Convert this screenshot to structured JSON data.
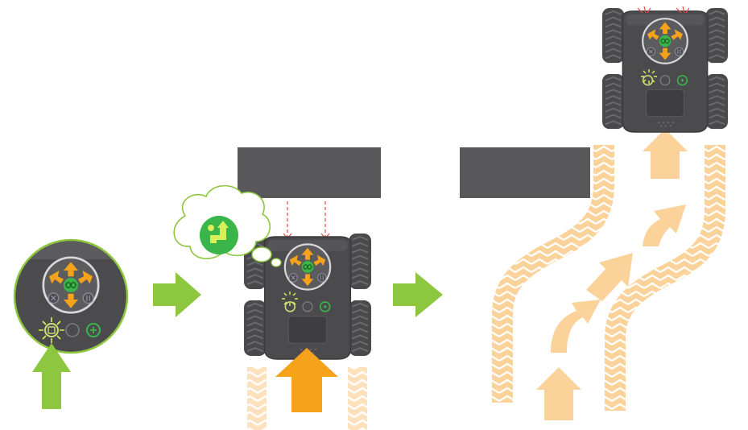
{
  "colors": {
    "green": "#8dc63f",
    "green_dark": "#39b54a",
    "orange": "#f7a21b",
    "orange_light": "#fbd29a",
    "track_light": "#fde1bd",
    "robot_body": "#4b4b4d",
    "robot_panel": "#5c5c5e",
    "tire": "#4a4a4c",
    "obstacle": "#58585a",
    "sensor_red": "#e8483f",
    "thought_border": "#8dc63f",
    "thought_fill": "#ffffff"
  },
  "icons": {
    "go_button": "infinity-icon",
    "cancel_button": "x-icon",
    "pause_button": "pause-icon",
    "sensor_button": "sensor-icon",
    "thought": "avoid-obstacle-icon"
  },
  "steps": [
    {
      "name": "press-object-mode-button"
    },
    {
      "name": "robot-detects-obstacle"
    },
    {
      "name": "robot-steers-around-obstacle"
    }
  ]
}
